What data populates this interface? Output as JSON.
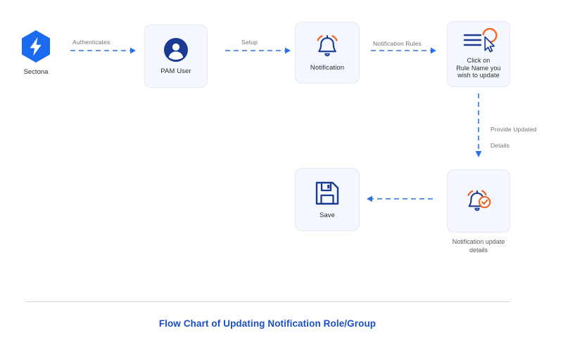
{
  "diagram": {
    "title": "Flow Chart of Updating Notification Role/Group",
    "colors": {
      "brand_blue": "#1a6bf0",
      "deep_navy": "#1b3a93",
      "accent_orange": "#f4631e",
      "box_fill": "#f4f7fd",
      "box_border": "#e2e9f5",
      "edge_blue": "#2f6fe4",
      "label_grey": "#6b7077",
      "divider_grey": "#d8d8d8",
      "title_blue": "#1a4fc4"
    },
    "nodes": [
      {
        "id": "sectona",
        "label": "Sectona",
        "icon": "sectona-hexagon-bolt-logo"
      },
      {
        "id": "pam-user",
        "label": "PAM User",
        "icon": "user-avatar-icon"
      },
      {
        "id": "notification",
        "label": "Notification",
        "icon": "bell-ringing-icon"
      },
      {
        "id": "click-rule-name",
        "label": "Click on\nRule Name you\nwish to update",
        "label_line1": "Click on",
        "label_line2": "Rule Name you",
        "label_line3": "wish to update",
        "icon": "list-cursor-click-icon"
      },
      {
        "id": "notification-update-details",
        "label": "Notification update\ndetails",
        "label_line1": "Notification update",
        "label_line2": "details",
        "icon": "bell-check-icon"
      },
      {
        "id": "save",
        "label": "Save",
        "icon": "floppy-disk-save-icon"
      }
    ],
    "edges": [
      {
        "id": "sectona-to-pam-user",
        "label": "Authenticates",
        "direction": "right",
        "style": "dashed"
      },
      {
        "id": "pam-user-to-notification",
        "label": "Setup",
        "direction": "right",
        "style": "dashed"
      },
      {
        "id": "notification-to-rules",
        "label": "Notification Rules",
        "direction": "right",
        "style": "dashed"
      },
      {
        "id": "rules-to-update-details",
        "label": "Provide Updated\nDetails",
        "label_line1": "Provide Updated",
        "label_line2": "Details",
        "direction": "down",
        "style": "dashed"
      },
      {
        "id": "update-details-to-save",
        "label": "",
        "direction": "left",
        "style": "dashed"
      }
    ]
  }
}
